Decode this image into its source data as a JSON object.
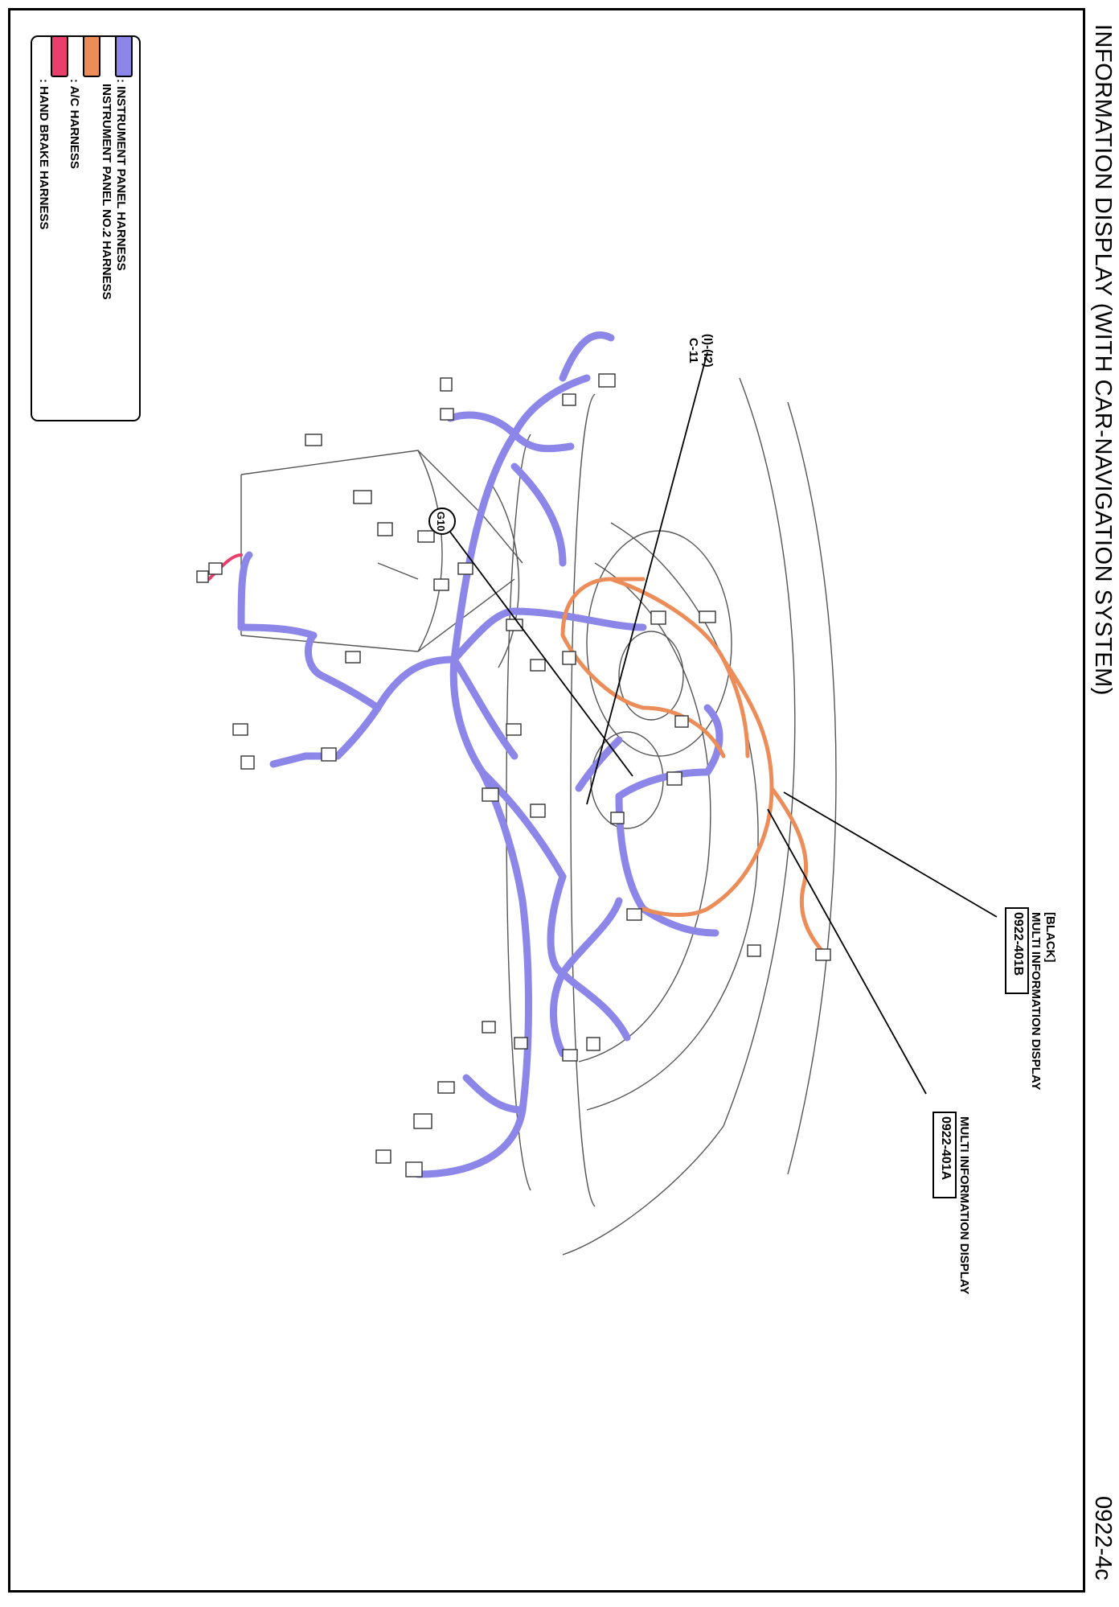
{
  "title": "INFORMATION DISPLAY (WITH CAR-NAVIGATION SYSTEM)",
  "page_number": "0922-4c",
  "legend": [
    {
      "name": "INSTRUMENT PANEL HARNESS",
      "lines": [
        ": INSTRUMENT PANEL HARNESS",
        "INSTRUMENT PANEL NO.2 HARNESS"
      ],
      "color": "#8b86e8"
    },
    {
      "name": "A/C HARNESS",
      "lines": [
        ": A/C HARNESS"
      ],
      "color": "#ec8c58"
    },
    {
      "name": "HAND BRAKE HARNESS",
      "lines": [
        ": HAND BRAKE HARNESS"
      ],
      "color": "#e8406a"
    }
  ],
  "callouts": {
    "ground": "G10",
    "connector_ref_line1": "(I)-(I2)",
    "connector_ref_line2": "C-11",
    "display_b_note": "[BLACK]",
    "display_b_name": "MULTI INFORMATION DISPLAY",
    "display_b_code": "0922-401B",
    "display_a_name": "MULTI INFORMATION DISPLAY",
    "display_a_code": "0922-401A"
  },
  "colors": {
    "instrument_panel": "#8b86e8",
    "ac": "#ec8c58",
    "hand_brake": "#e8406a",
    "outline": "#555555"
  }
}
